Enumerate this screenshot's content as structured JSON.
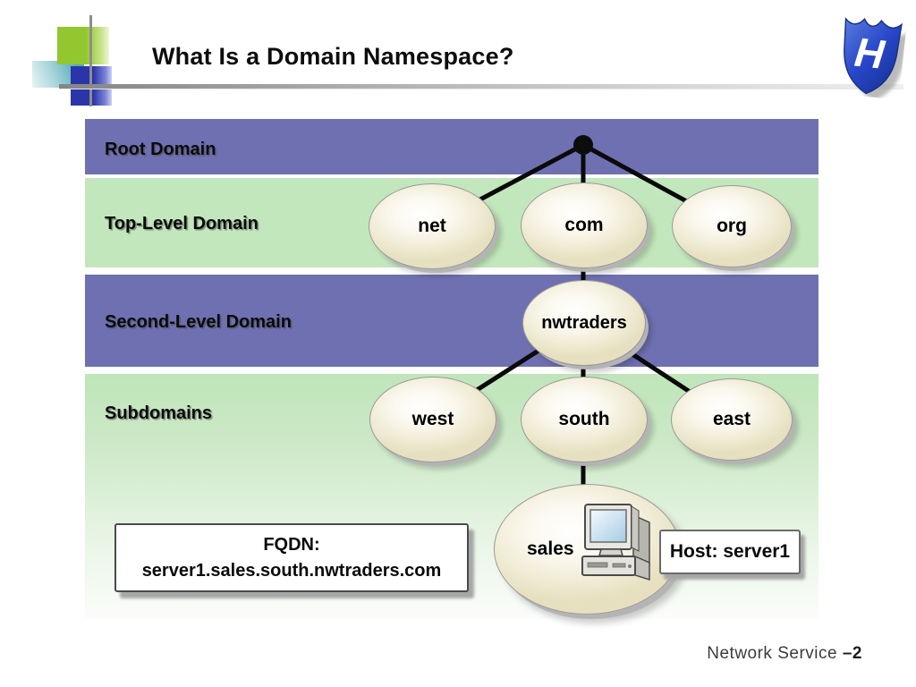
{
  "header": {
    "title": "What Is a Domain Namespace?",
    "logo": {
      "letter": "H"
    }
  },
  "bands": [
    {
      "label": "Root Domain"
    },
    {
      "label": "Top-Level Domain"
    },
    {
      "label": "Second-Level Domain"
    },
    {
      "label": "Subdomains"
    }
  ],
  "nodes": {
    "net": "net",
    "com": "com",
    "org": "org",
    "nwtraders": "nwtraders",
    "west": "west",
    "south": "south",
    "east": "east",
    "sales": "sales"
  },
  "edges": [
    [
      "root",
      "net"
    ],
    [
      "root",
      "com"
    ],
    [
      "root",
      "org"
    ],
    [
      "com",
      "nwtraders"
    ],
    [
      "nwtraders",
      "west"
    ],
    [
      "nwtraders",
      "south"
    ],
    [
      "nwtraders",
      "east"
    ],
    [
      "south",
      "sales"
    ]
  ],
  "fqdn": {
    "line1": "FQDN:",
    "line2": "server1.sales.south.nwtraders.com"
  },
  "host": {
    "label": "Host: server1"
  },
  "footer": {
    "text": "Network Service ",
    "page": "–2"
  },
  "colors": {
    "band_purple": "#6f70b2",
    "band_green": "#c3e7bd",
    "oval_fill": "#efeacd",
    "logo_blue": "#2746c8",
    "deco_green": "#93c72f",
    "deco_teal": "#55acb9",
    "deco_blue": "#2b35a8"
  }
}
